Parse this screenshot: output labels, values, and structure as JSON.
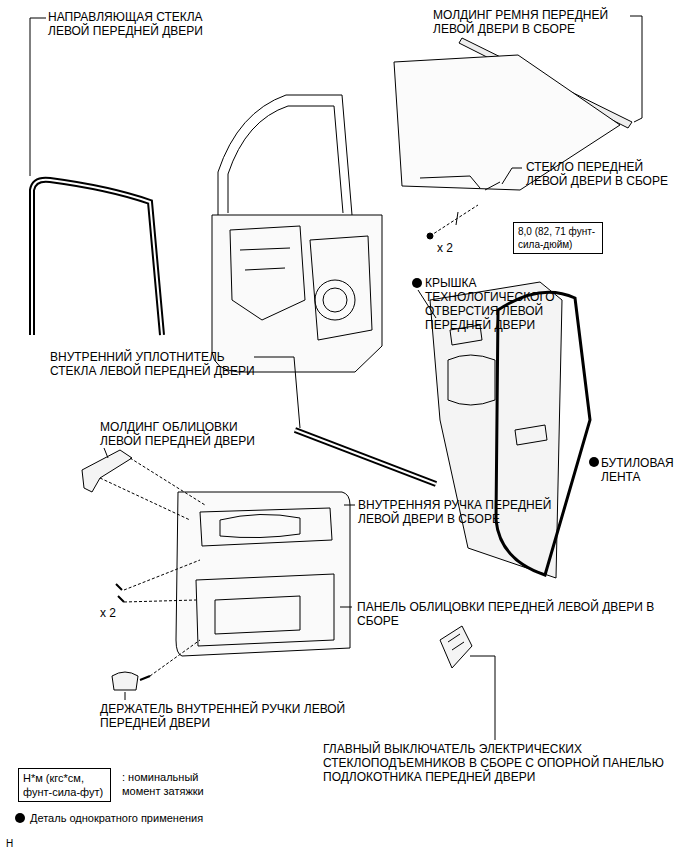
{
  "diagram": {
    "nodes": [
      {
        "text": [
          "8,0 (82, 71 фунт-сила-дюйм)"
        ]
      },
      {
        "text": [
          "Н*м (кгс*см, фунт-сила-фут)"
        ]
      }
    ],
    "labels": [
      "НАПРАВЛЯЮЩАЯ СТЕКЛА ЛЕВОЙ ПЕРЕДНЕЙ ДВЕРИ",
      "МОЛДИНГ РЕМНЯ ПЕРЕДНЕЙ ЛЕВОЙ ДВЕРИ В СБОРЕ",
      "СТЕКЛО ПЕРЕДНЕЙ ЛЕВОЙ ДВЕРИ В СБОРЕ",
      "x 2",
      "КРЫШКА ТЕХНОЛОГИЧЕСКОГО ОТВЕРСТИЯ ЛЕВОЙ ПЕРЕДНЕЙ ДВЕРИ",
      "БУТИЛОВАЯ ЛЕНТА",
      "ВНУТРЕННИЙ УПЛОТНИТЕЛЬ СТЕКЛА ЛЕВОЙ ПЕРЕДНЕЙ ДВЕРИ",
      "МОЛДИНГ ОБЛИЦОВКИ ЛЕВОЙ ПЕРЕДНЕЙ ДВЕРИ",
      "ВНУТРЕННЯЯ РУЧКА ПЕРЕДНЕЙ ЛЕВОЙ ДВЕРИ В СБОРЕ",
      "x 2",
      "ПАНЕЛЬ ОБЛИЦОВКИ ПЕРЕДНЕЙ ЛЕВОЙ ДВЕРИ В СБОРЕ",
      "ДЕРЖАТЕЛЬ ВНУТРЕННЕЙ РУЧКИ ЛЕВОЙ ПЕРЕДНЕЙ ДВЕРИ",
      "ГЛАВНЫЙ ВЫКЛЮЧАТЕЛЬ ЭЛЕКТРИЧЕСКИХ СТЕКЛОПОДЪЕМНИКОВ В СБОРЕ С ОПОРНОЙ ПАНЕЛЬЮ ПОДЛОКОТНИКА ПЕРЕДНЕЙ ДВЕРИ",
      "H"
    ],
    "legend": [
      {
        "text": ": номинальный момент затяжки"
      },
      {
        "text": "Деталь однократного применения"
      }
    ]
  }
}
